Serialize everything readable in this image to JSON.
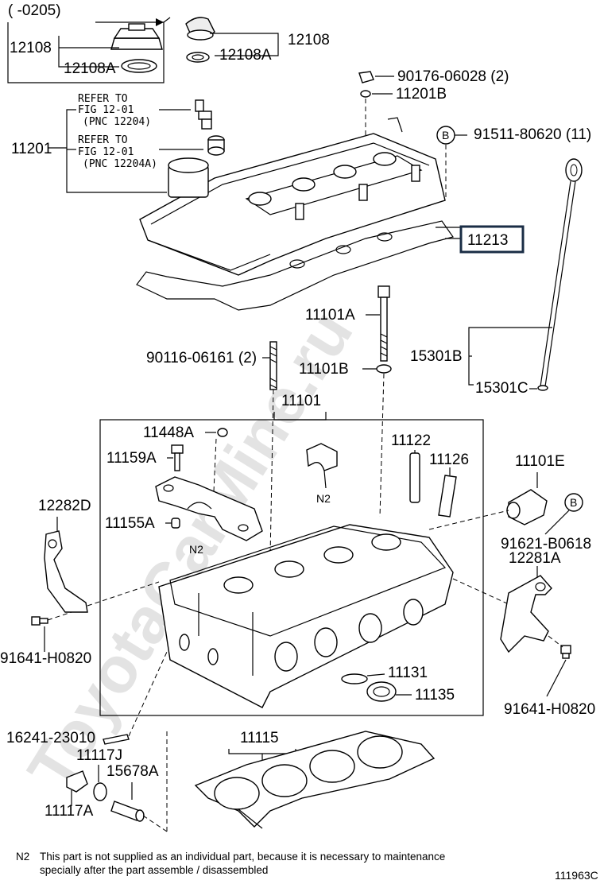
{
  "watermark": "ToyotaCarMine.ru",
  "date_range": "(      -0205)",
  "callouts": {
    "cap_left": "12108",
    "cap_gasket_left": "12108A",
    "cap_right": "12108",
    "cap_gasket_right": "12108A",
    "nut": "90176-06028 (2)",
    "grommet": "11201B",
    "cover": "11201",
    "ref1_line1": "REFER TO",
    "ref1_line2": "FIG 12-01",
    "ref1_line3": "(PNC 12204)",
    "ref2_line1": "REFER TO",
    "ref2_line2": "FIG 12-01",
    "ref2_line3": "(PNC 12204A)",
    "bolt_b": "91511-80620 (11)",
    "gasket": "11213",
    "bolt_head": "11101A",
    "stud": "90116-06161 (2)",
    "washer": "11101B",
    "dipstick_guide": "15301B",
    "dipstick_ring": "15301C",
    "head": "11101",
    "pin": "11448A",
    "cam_bolt": "11159A",
    "cam_cap": "11155A",
    "n2_left": "N2",
    "n2_right": "N2",
    "guide_a": "11122",
    "guide_b": "11126",
    "sensor": "11101E",
    "sensor_bolt": "91621-B0618",
    "hook_left": "12282D",
    "hook_right": "12281A",
    "hook_bolt_left": "91641-H0820",
    "hook_bolt_right": "91641-H0820",
    "oring": "11131",
    "seal": "11135",
    "stud_front": "16241-23010",
    "plug_j": "11117J",
    "plug_a": "11117A",
    "pipe": "15678A",
    "head_gasket": "11115",
    "b_marker_top": "B",
    "b_marker_right": "B"
  },
  "highlighted_callout": "11213",
  "footnote": {
    "label": "N2",
    "line1": "This part is not supplied as an individual part, because it is necessary to maintenance",
    "line2": "specially after the part assemble / disassembled"
  },
  "figure_id": "111963C"
}
